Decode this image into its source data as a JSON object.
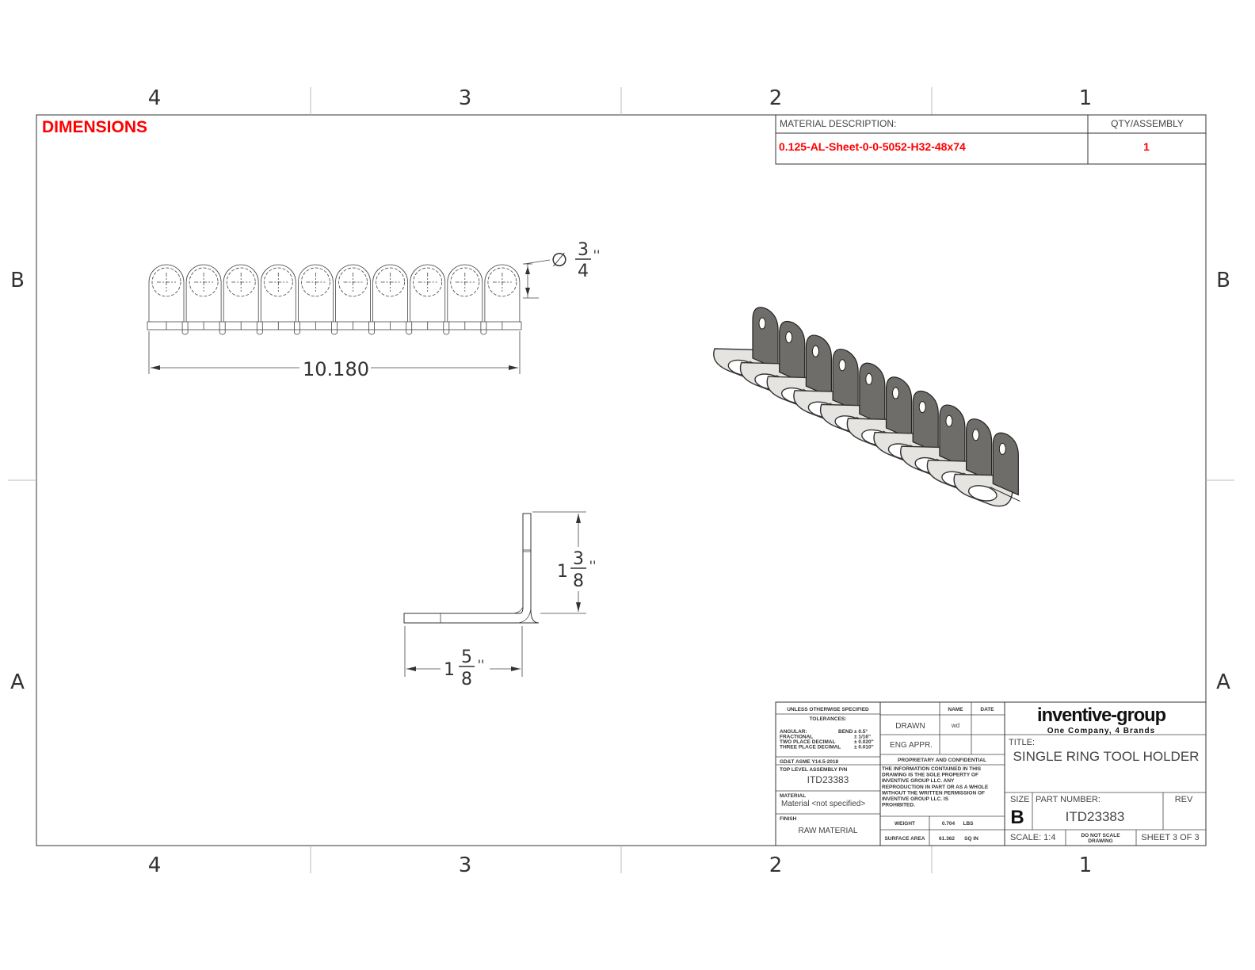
{
  "zones": {
    "columns": [
      "4",
      "3",
      "2",
      "1"
    ],
    "rows": [
      "B",
      "A"
    ]
  },
  "view_label": "DIMENSIONS",
  "bom": {
    "col1_header": "MATERIAL DESCRIPTION:",
    "col2_header": "QTY/ASSEMBLY",
    "material": "0.125-AL-Sheet-0-0-5052-H32-48x74",
    "qty": "1"
  },
  "dimensions": {
    "hole_dia_symbol": "∅",
    "hole_dia_num": "3",
    "hole_dia_den": "4",
    "inch_mark": "''",
    "overall_length": "10.180",
    "height_whole": "1",
    "height_num": "3",
    "height_den": "8",
    "base_whole": "1",
    "base_num": "5",
    "base_den": "8"
  },
  "title_block": {
    "unless": "UNLESS OTHERWISE SPECIFIED",
    "tolerances": "TOLERANCES:",
    "tol_lines": [
      [
        "ANGULAR:",
        "BEND",
        "± 0.5°"
      ],
      [
        "FRACTIONAL",
        "",
        "± 1/16\""
      ],
      [
        "TWO PLACE DECIMAL",
        "",
        "± 0.020\""
      ],
      [
        "THREE PLACE DECIMAL",
        "",
        "± 0.010\""
      ]
    ],
    "gdt": "GD&T ASME Y14.5-2018",
    "name_hdr": "NAME",
    "date_hdr": "DATE",
    "drawn": "DRAWN",
    "drawn_name": "wd",
    "eng_appr": "ENG APPR.",
    "top_level_label": "TOP LEVEL ASSEMBLY P/N",
    "top_level_value": "ITD23383",
    "material_label": "MATERIAL",
    "material_value": "Material <not specified>",
    "finish_label": "FINISH",
    "finish_value": "RAW MATERIAL",
    "proprietary": "PROPRIETARY AND CONFIDENTIAL",
    "proprietary_lines": [
      "THE INFORMATION CONTAINED IN THIS",
      "DRAWING IS THE SOLE PROPERTY OF",
      "INVENTIVE GROUP LLC. ANY",
      "REPRODUCTION IN PART OR AS A WHOLE",
      "WITHOUT THE WRITTEN PERMISSION OF",
      "INVENTIVE GROUP LLC. IS",
      "PROHIBITED."
    ],
    "weight_label": "WEIGHT",
    "weight_value": "0.704",
    "weight_unit": "LBS",
    "surface_label": "SURFACE AREA",
    "surface_value": "61.362",
    "surface_unit": "SQ IN",
    "company": "inventive-group",
    "tagline": "One Company, 4 Brands",
    "title_label": "TITLE:",
    "title": "SINGLE RING TOOL HOLDER",
    "size_label": "SIZE",
    "size": "B",
    "part_label": "PART NUMBER:",
    "part_number": "ITD23383",
    "rev_label": "REV",
    "scale": "SCALE: 1:4",
    "do_not_scale_1": "DO NOT SCALE",
    "do_not_scale_2": "DRAWING",
    "sheet": "SHEET 3 OF 3"
  }
}
